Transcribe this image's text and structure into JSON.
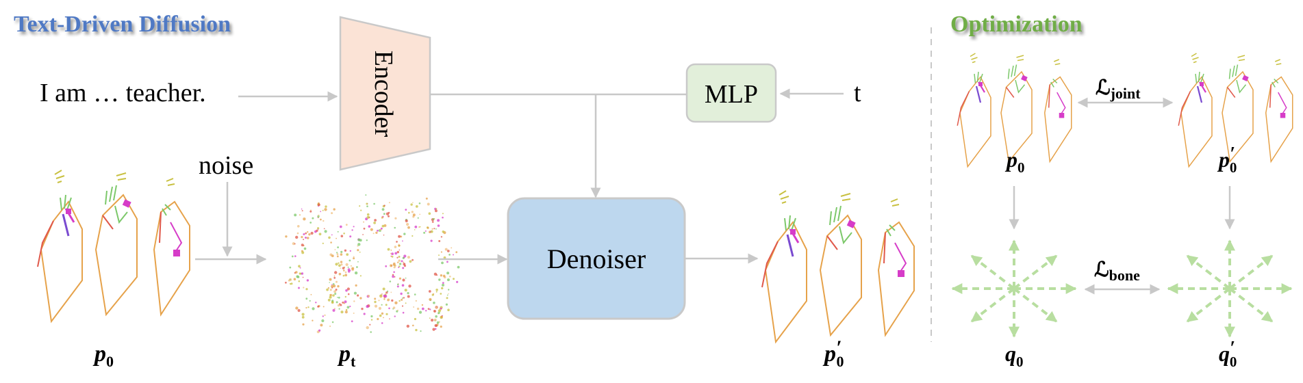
{
  "titles": {
    "left": "Text-Driven Diffusion",
    "right": "Optimization"
  },
  "labels": {
    "text_input": "I am … teacher.",
    "encoder": "Encoder",
    "noise": "noise",
    "mlp": "MLP",
    "t": "t",
    "denoiser": "Denoiser"
  },
  "math": {
    "p0": "p",
    "p0_sub": "0",
    "pt": "p",
    "pt_sub": "t",
    "p0prime": "p",
    "p0prime_sub": "0",
    "prime": "′",
    "q0": "q",
    "q0_sub": "0",
    "q0prime": "q",
    "q0prime_sub": "0",
    "loss_joint_L": "ℒ",
    "loss_joint_sub": "joint",
    "loss_bone_L": "ℒ",
    "loss_bone_sub": "bone"
  },
  "colors": {
    "left_title": "#4f79c4",
    "right_title": "#70ad47",
    "encoder_fill": "#fbe3d6",
    "encoder_stroke": "#c9c9c9",
    "mlp_fill": "#e2efda",
    "denoiser_fill": "#bdd7ee",
    "arrow": "#c8c8c8",
    "star": "#b8dea0",
    "pose_orange": "#e6a24a",
    "pose_red": "#e0584a",
    "pose_magenta": "#d63cc8",
    "pose_purple": "#7a4bd0",
    "pose_green": "#7cc86a",
    "pose_yellow": "#c8c040"
  }
}
